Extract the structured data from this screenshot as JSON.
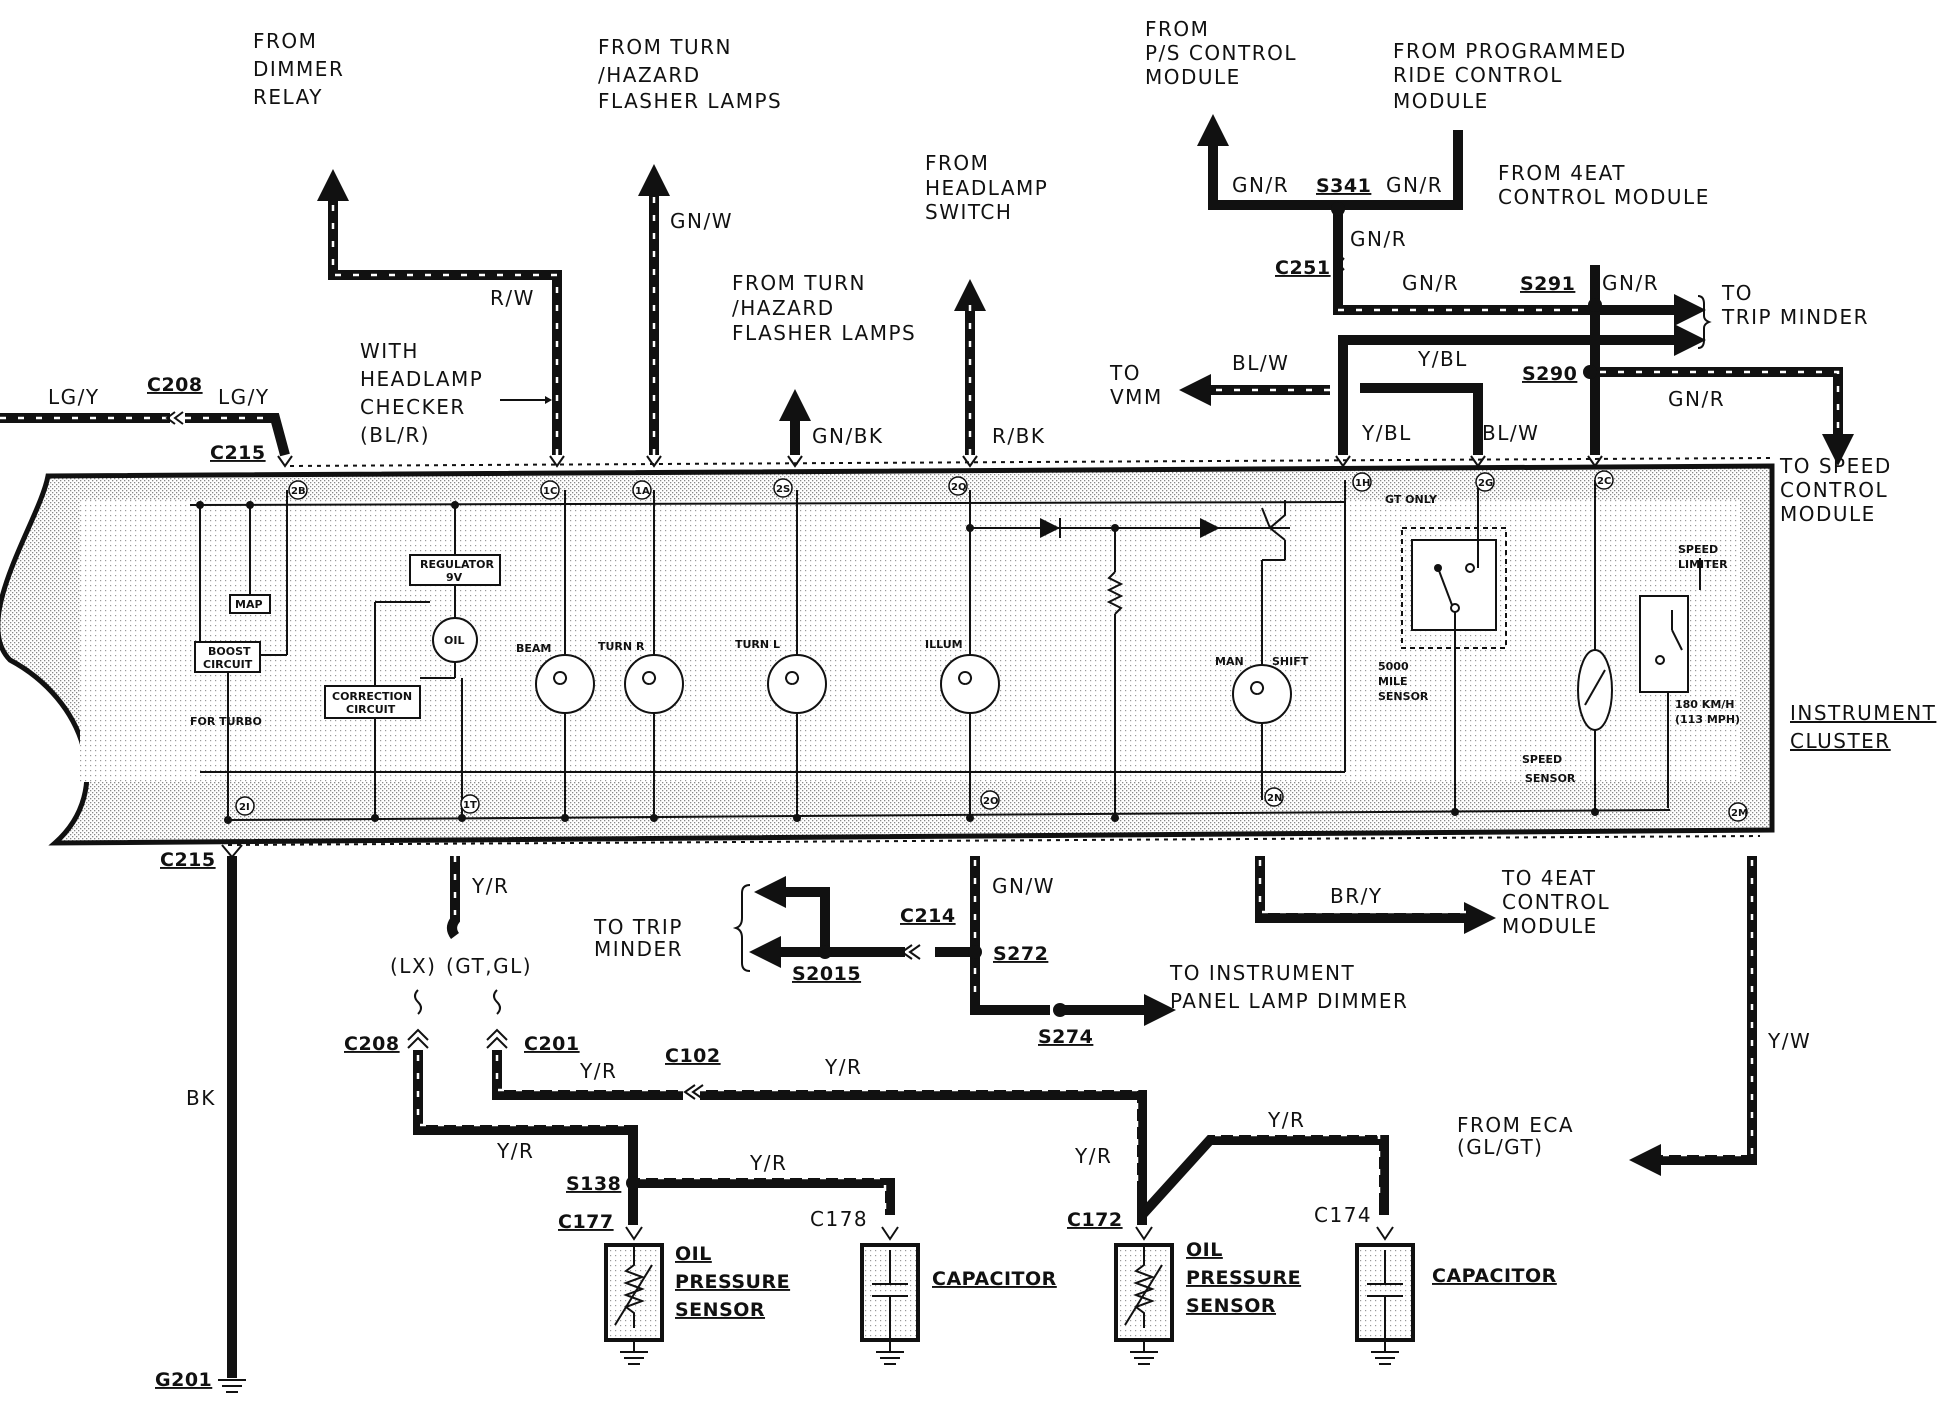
{
  "sources": {
    "dimmer_relay": [
      "FROM",
      "DIMMER",
      "RELAY"
    ],
    "turn_hazard_top": [
      "FROM  TURN",
      "/HAZARD",
      "FLASHER  LAMPS"
    ],
    "headlamp_switch": [
      "FROM",
      "HEADLAMP",
      "SWITCH"
    ],
    "turn_hazard_mid": [
      "FROM  TURN",
      "/HAZARD",
      "FLASHER  LAMPS"
    ],
    "ps_control": [
      "FROM",
      "P/S  CONTROL",
      "MODULE"
    ],
    "programmed_ride": [
      "FROM  PROGRAMMED",
      "RIDE  CONTROL",
      "MODULE"
    ],
    "eat_from": [
      "FROM  4EAT",
      "CONTROL  MODULE"
    ],
    "headlamp_checker": [
      "WITH",
      "HEADLAMP",
      "CHECKER",
      "(BL/R)"
    ],
    "to_trip_minder_top": [
      "TO",
      "TRIP  MINDER"
    ],
    "to_vmm": [
      "TO",
      "VMM"
    ],
    "to_speed_control": [
      "TO  SPEED",
      "CONTROL",
      "MODULE"
    ],
    "to_trip_minder_bottom": [
      "TO  TRIP",
      "MINDER"
    ],
    "to_eat": [
      "TO  4EAT",
      "CONTROL",
      "MODULE"
    ],
    "to_dimmer": [
      "TO  INSTRUMENT",
      "PANEL  LAMP  DIMMER"
    ],
    "from_eca": [
      "FROM  ECA",
      "(GL/GT)"
    ],
    "instrument_cluster": [
      "INSTRUMENT",
      "CLUSTER"
    ]
  },
  "wires": {
    "lgy_left": "LG/Y",
    "lgy_right": "LG/Y",
    "rw": "R/W",
    "gnw_top": "GN/W",
    "gnbk": "GN/BK",
    "rbk": "R/BK",
    "gnr_left": "GN/R",
    "gnr_right": "GN/R",
    "gnr_down": "GN/R",
    "gnr_c251": "GN/R",
    "gnr_s291": "GN/R",
    "blw_vmm": "BL/W",
    "ybl_top": "Y/BL",
    "ybl_pin": "Y/BL",
    "blw_pin": "BL/W",
    "gnr_speed": "GN/R",
    "yr_pin": "Y/R",
    "gnw_bottom": "GN/W",
    "bry": "BR/Y",
    "yw": "Y/W",
    "bk": "BK",
    "yr_c201": "Y/R",
    "yr_c102": "Y/R",
    "yr_s138_left": "Y/R",
    "yr_cap1": "Y/R",
    "yr_c172": "Y/R",
    "yr_cap2": "Y/R",
    "lx": "(LX)",
    "gtgl": "(GT,GL)"
  },
  "connectors": {
    "c208_top": "C208",
    "c215_top": "C215",
    "s341": "S341",
    "c251": "C251",
    "s291": "S291",
    "s290": "S290",
    "c215_bottom": "C215",
    "c214": "C214",
    "s272": "S272",
    "s2015": "S2015",
    "s274": "S274",
    "c208_bottom": "C208",
    "c201": "C201",
    "c102": "C102",
    "s138": "S138",
    "c177": "C177",
    "c178": "C178",
    "c172": "C172",
    "c174": "C174",
    "g201": "G201"
  },
  "components": {
    "oil_sensor_1": [
      "OIL",
      "PRESSURE",
      "SENSOR"
    ],
    "capacitor_1": "CAPACITOR",
    "oil_sensor_2": [
      "OIL",
      "PRESSURE",
      "SENSOR"
    ],
    "capacitor_2": "CAPACITOR"
  },
  "cluster": {
    "map": "MAP",
    "boost": [
      "BOOST",
      "CIRCUIT"
    ],
    "regulator": [
      "REGULATOR",
      "9V"
    ],
    "oil": "OIL",
    "correction": [
      "CORRECTION",
      "CIRCUIT"
    ],
    "for_turbo": "FOR TURBO",
    "beam": "BEAM",
    "turn_r": "TURN  R",
    "turn_l": "TURN  L",
    "illum": "ILLUM",
    "man": "MAN",
    "shift": "SHIFT",
    "gt_only": "GT ONLY",
    "mile_sensor": [
      "5000",
      "MILE",
      "SENSOR"
    ],
    "speed_limiter": [
      "SPEED",
      "LIMITER"
    ],
    "limiter_speed": [
      "180 KM/H",
      "(113 MPH)"
    ],
    "speed_sensor": [
      "SPEED",
      "SENSOR"
    ],
    "pins": [
      "2B",
      "1C",
      "1A",
      "2S",
      "2Q",
      "1H",
      "2G",
      "2C",
      "2I",
      "1T",
      "2O",
      "2N",
      "2M"
    ]
  }
}
